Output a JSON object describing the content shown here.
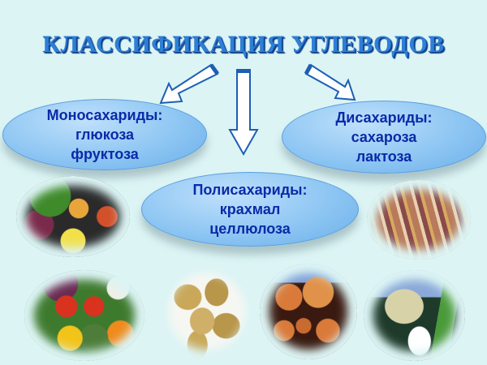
{
  "title": "КЛАССИФИКАЦИЯ УГЛЕВОДОВ",
  "categories": [
    {
      "heading": "Моносахариды:",
      "items": [
        "глюкоза",
        "фруктоза"
      ]
    },
    {
      "heading": "Полисахариды:",
      "items": [
        "крахмал",
        "целлюлоза"
      ]
    },
    {
      "heading": "Дисахариды:",
      "items": [
        "сахароза",
        "лактоза"
      ]
    }
  ],
  "images": [
    {
      "name": "fruits-market",
      "depicts": "fruits and vegetables"
    },
    {
      "name": "vegetables",
      "depicts": "vegetables"
    },
    {
      "name": "potatoes",
      "depicts": "potatoes"
    },
    {
      "name": "wood-logs",
      "depicts": "cut wood logs"
    },
    {
      "name": "sugar-beet",
      "depicts": "sugar beet with sugar"
    },
    {
      "name": "sugar-cane",
      "depicts": "sugar cane"
    }
  ],
  "colors": {
    "background": "#dcf4f4",
    "title": "#2e7fd6",
    "oval_text": "#0b2aa8",
    "arrow_stroke": "#1d5fb5"
  }
}
